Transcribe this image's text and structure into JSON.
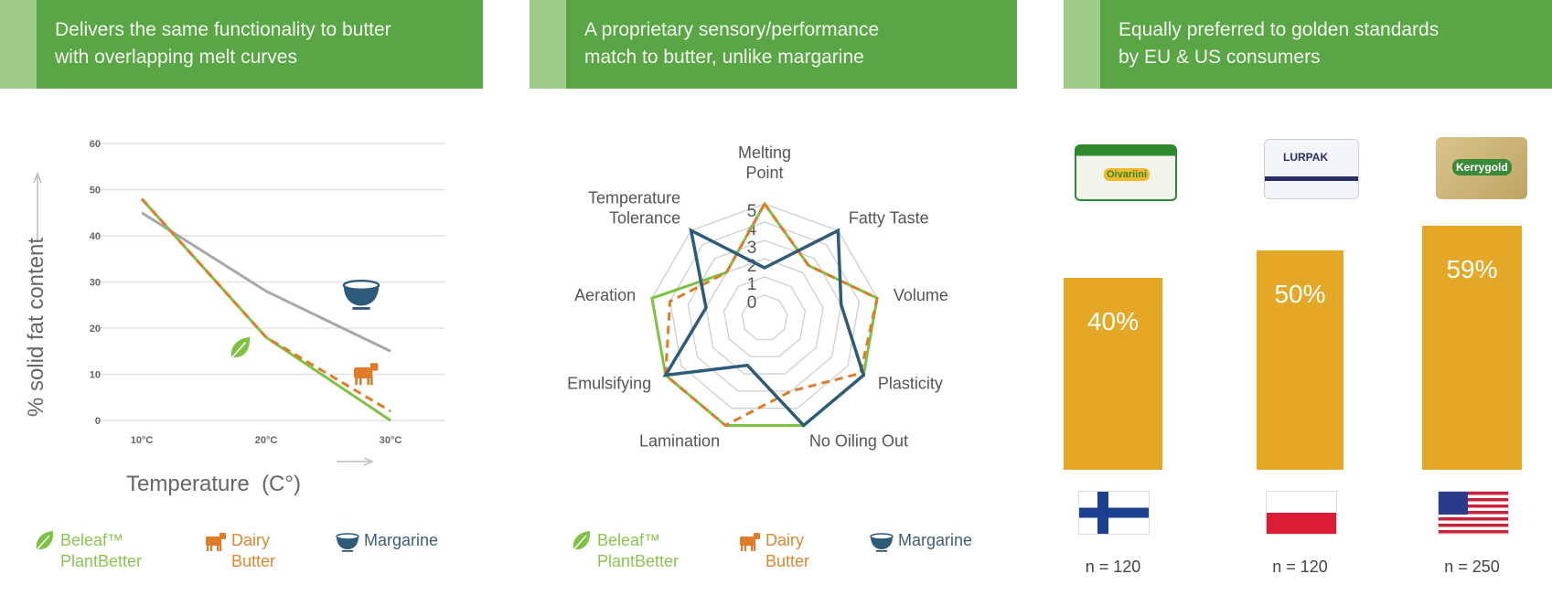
{
  "panels": [
    {
      "title": "Delivers the same functionality to butter\nwith overlapping melt curves"
    },
    {
      "title": "A proprietary sensory/performance\nmatch to butter, unlike margarine"
    },
    {
      "title": "Equally preferred to golden standards\nby EU & US consumers"
    }
  ],
  "legend": [
    {
      "label": "Beleaf™\nPlantBetter",
      "icon": "leaf-icon",
      "color": "#7dc242"
    },
    {
      "label": "Dairy\nButter",
      "icon": "cow-icon",
      "color": "#e07b27"
    },
    {
      "label": "Margarine",
      "icon": "bowl-icon",
      "color": "#2e5b7a"
    }
  ],
  "chart_data": [
    {
      "type": "line",
      "title": "",
      "xlabel": "Temperature  (C°)",
      "ylabel": "% solid fat content",
      "x": [
        "10°C",
        "20°C",
        "30°C"
      ],
      "ylim": [
        0,
        60
      ],
      "yticks": [
        "0",
        "10",
        "20",
        "30",
        "40",
        "50",
        "60"
      ],
      "grid": true,
      "series": [
        {
          "name": "Beleaf™ PlantBetter",
          "values": [
            48,
            18,
            0
          ],
          "color": "#7dc242",
          "style": "solid"
        },
        {
          "name": "Dairy Butter",
          "values": [
            48,
            18,
            2
          ],
          "color": "#e07b27",
          "style": "dashed"
        },
        {
          "name": "Margarine",
          "values": [
            45,
            28,
            15
          ],
          "color": "#a8a8a8",
          "style": "solid"
        }
      ]
    },
    {
      "type": "radar",
      "axes": [
        "Melting\nPoint",
        "Fatty Taste",
        "Volume",
        "Plasticity",
        "No Oiling Out",
        "Lamination",
        "Emulsifying",
        "Aeration",
        "Temperature\nTolerance"
      ],
      "rlim": [
        0,
        5
      ],
      "rticks": [
        "0",
        "1",
        "2",
        "3",
        "4",
        "5"
      ],
      "series": [
        {
          "name": "Beleaf™ PlantBetter",
          "values": [
            5,
            2.5,
            5,
            5,
            5,
            5,
            5,
            5,
            2
          ],
          "color": "#7dc242",
          "style": "solid"
        },
        {
          "name": "Dairy Butter",
          "values": [
            5,
            2.5,
            5,
            4.8,
            3,
            5,
            5,
            4,
            2
          ],
          "color": "#e07b27",
          "style": "dashed"
        },
        {
          "name": "Margarine",
          "values": [
            1.5,
            5,
            3,
            5,
            5,
            1.5,
            5,
            2,
            5
          ],
          "color": "#2e5b7a",
          "style": "solid"
        }
      ]
    },
    {
      "type": "bar",
      "categories": [
        "Finland",
        "Poland",
        "USA"
      ],
      "values": [
        40,
        50,
        59
      ],
      "labels": [
        "40%",
        "50%",
        "59%"
      ],
      "samples": [
        "n = 120",
        "n = 120",
        "n = 250"
      ],
      "products": [
        "Oivariini",
        "LURPAK",
        "Kerrygold"
      ],
      "color": "#e5a826"
    }
  ]
}
